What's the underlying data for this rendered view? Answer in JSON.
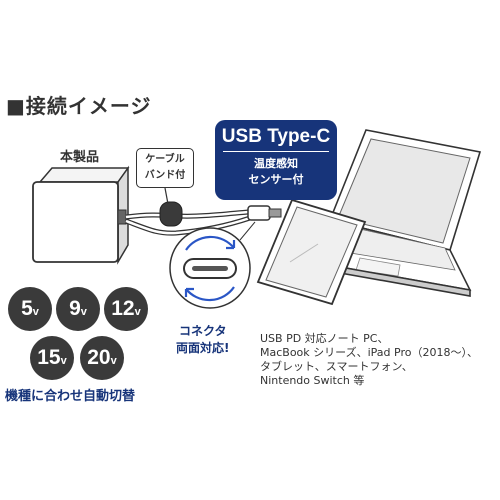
{
  "heading": "■接続イメージ",
  "product_label": "本製品",
  "cable_band": [
    "ケーブル",
    "バンド付"
  ],
  "badge": {
    "type": "USB Type-C",
    "feature": [
      "温度感知",
      "センサー付"
    ]
  },
  "voltages": [
    {
      "value": "5",
      "unit": "v"
    },
    {
      "value": "9",
      "unit": "v"
    },
    {
      "value": "12",
      "unit": "v"
    },
    {
      "value": "15",
      "unit": "v"
    },
    {
      "value": "20",
      "unit": "v"
    }
  ],
  "auto_switch": "機種に合わせ自動切替",
  "connector": [
    "コネクタ",
    "両面対応!"
  ],
  "compatible": [
    "USB PD 対応ノート PC、",
    "MacBook シリーズ、iPad Pro（2018～）、",
    "タブレット、スマートフォン、",
    "Nintendo Switch 等"
  ],
  "colors": {
    "navy": "#17347a",
    "dark": "#3a3a3a",
    "blue_accent": "#2a56c6"
  },
  "icons": [
    "charger-illustration",
    "cable-illustration",
    "usb-c-connector-icon",
    "reversible-arrows-icon",
    "tablet-illustration",
    "laptop-illustration"
  ]
}
